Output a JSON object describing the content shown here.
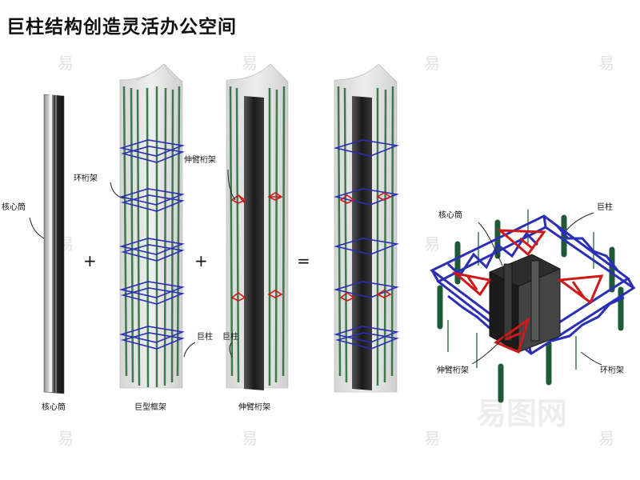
{
  "title": "巨柱结构创造灵活办公空间",
  "operators": {
    "plus1": "+",
    "plus2": "+",
    "equals": "="
  },
  "labels": {
    "core_tube_left": "核心筒",
    "ring_truss_left": "环桁架",
    "outrigger_left": "伸臂桁架",
    "mega_column_left1": "巨柱",
    "mega_column_left2": "巨柱"
  },
  "captions": {
    "core_tube": "核心筒",
    "mega_frame": "巨型框架",
    "outrigger": "伸臂桁架"
  },
  "iso_labels": {
    "core_tube": "核心筒",
    "mega_column": "巨柱",
    "outrigger": "伸臂桁架",
    "ring_truss": "环桁架"
  },
  "watermark": {
    "glyph": "易",
    "brand": "易图网"
  },
  "colors": {
    "column": "#3c7a4c",
    "ring": "#2b2fb6",
    "outrigger": "#d01818",
    "core": "#2a2a2a",
    "glass": "#d9d9d9"
  }
}
